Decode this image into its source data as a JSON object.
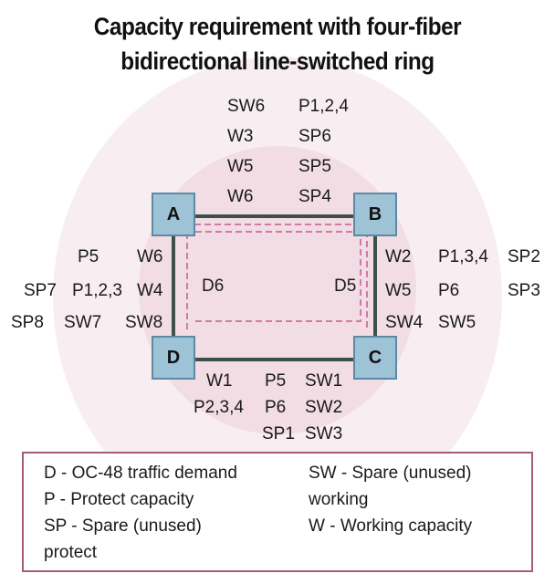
{
  "title": {
    "line1": "Capacity requirement with four-fiber",
    "line2": "bidirectional line-switched ring"
  },
  "nodes": {
    "a": "A",
    "b": "B",
    "c": "C",
    "d": "D"
  },
  "top_span": {
    "left": [
      "SW6",
      "W3",
      "W5",
      "W6"
    ],
    "right": [
      "P1,2,4",
      "SP6",
      "SP5",
      "SP4"
    ]
  },
  "left_span": {
    "col1": [
      "SP7",
      "SP8"
    ],
    "col2": [
      "P5",
      "P1,2,3",
      "SW7"
    ],
    "col3": [
      "W6",
      "W4",
      "SW8"
    ]
  },
  "right_span": {
    "col1": [
      "W2",
      "W5",
      "SW4"
    ],
    "col2": [
      "P1,3,4",
      "P6",
      "SW5"
    ],
    "col3": [
      "SP2",
      "SP3"
    ]
  },
  "bottom_span": {
    "col1": [
      "W1",
      "P2,3,4"
    ],
    "col2": [
      "P5",
      "P6",
      "SP1"
    ],
    "col3": [
      "SW1",
      "SW2",
      "SW3"
    ]
  },
  "demands": {
    "d6": "D6",
    "d5": "D5"
  },
  "legend": {
    "d": "D - OC-48 traffic demand",
    "p": "P - Protect capacity",
    "sp_line1": "SP - Spare (unused)",
    "sp_line2": "protect",
    "sw_line1": "SW - Spare (unused)",
    "sw_line2": "working",
    "w": "W - Working capacity"
  },
  "colors": {
    "background_ring": "#f8eef1",
    "node_fill": "#9fc3d6",
    "fiber": "#3d5147",
    "demand_path": "#d07aa6",
    "legend_border": "#a85a7e"
  }
}
